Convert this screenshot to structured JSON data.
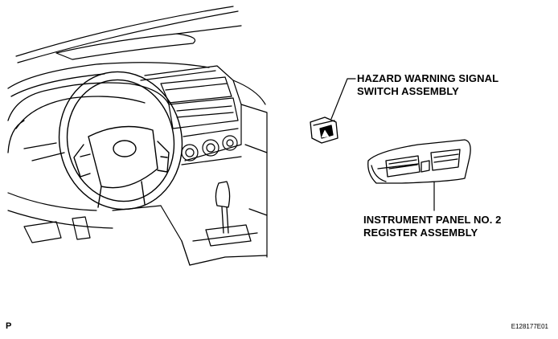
{
  "callouts": {
    "hazard_switch": {
      "line1": "HAZARD WARNING SIGNAL",
      "line2": "SWITCH ASSEMBLY"
    },
    "register": {
      "line1": "INSTRUMENT PANEL NO. 2",
      "line2": "REGISTER ASSEMBLY"
    }
  },
  "footer": {
    "view_marker": "P",
    "figure_code": "E128177E01"
  }
}
